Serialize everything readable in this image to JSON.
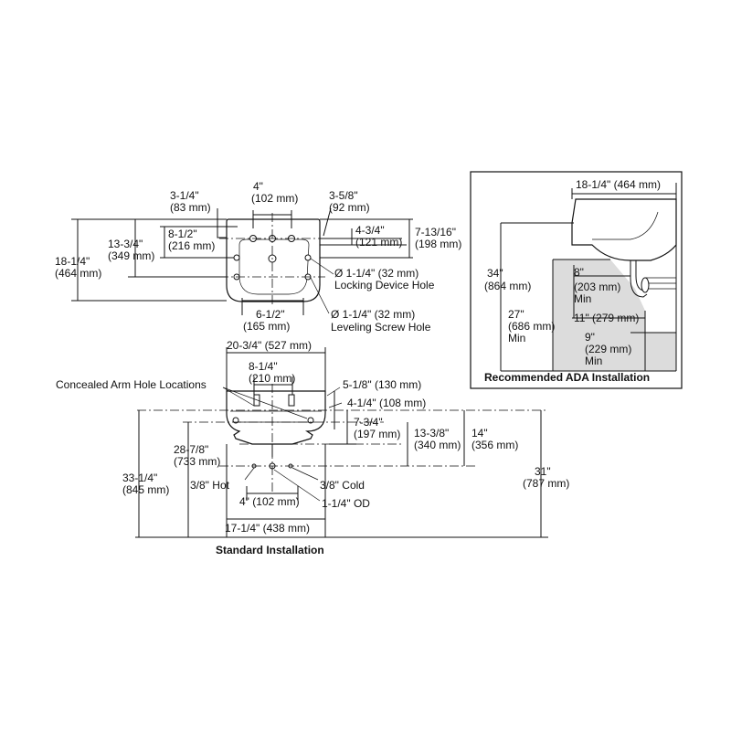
{
  "top_view": {
    "w_4": "4\"",
    "w_4_mm": "(102 mm)",
    "w_314": "3-1/4\"",
    "w_314_mm": "(83 mm)",
    "w_358": "3-5/8\"",
    "w_358_mm": "(92 mm)",
    "h_812": "8-1/2\"",
    "h_812_mm": "(216 mm)",
    "h_1334": "13-3/4\"",
    "h_1334_mm": "(349 mm)",
    "h_1814": "18-1/4\"",
    "h_1814_mm": "(464 mm)",
    "h_434": "4-3/4\"",
    "h_434_mm": "(121 mm)",
    "h_71316": "7-13/16\"",
    "h_71316_mm": "(198 mm)",
    "lock_hole": "Ø 1-1/4\" (32 mm)",
    "lock_label": "Locking Device Hole",
    "w_612": "6-1/2\"",
    "w_612_mm": "(165 mm)",
    "level_hole": "Ø 1-1/4\" (32 mm)",
    "level_label": "Leveling Screw Hole"
  },
  "front_view": {
    "w_2034": "20-3/4\" (527 mm)",
    "w_814": "8-1/4\"",
    "w_814_mm": "(210 mm)",
    "arm_holes": "Concealed Arm Hole Locations",
    "h_518": "5-1/8\" (130 mm)",
    "h_414": "4-1/4\" (108 mm)",
    "h_734": "7-3/4\"",
    "h_734_mm": "(197 mm)",
    "h_1338": "13-3/8\"",
    "h_1338_mm": "(340 mm)",
    "h_14": "14\"",
    "h_14_mm": "(356 mm)",
    "h_2878": "28-7/8\"",
    "h_2878_mm": "(733 mm)",
    "h_3314": "33-1/4\"",
    "h_3314_mm": "(845 mm)",
    "h_31": "31\"",
    "h_31_mm": "(787 mm)",
    "hot": "3/8\" Hot",
    "cold": "3/8\" Cold",
    "w_4": "4\" (102 mm)",
    "od": "1-1/4\" OD",
    "w_1714": "17-1/4\" (438 mm)",
    "caption": "Standard Installation"
  },
  "ada_view": {
    "w_1814": "18-1/4\" (464 mm)",
    "h_34": "34\"",
    "h_34_mm": "(864 mm)",
    "h_27": "27\"",
    "h_27_mm": "(686 mm)",
    "h_27_min": "Min",
    "d_8": "8\"",
    "d_8_mm": "(203 mm)",
    "d_8_min": "Min",
    "d_11": "11\" (279 mm)",
    "h_9": "9\"",
    "h_9_mm": "(229 mm)",
    "h_9_min": "Min",
    "caption": "Recommended ADA Installation"
  }
}
